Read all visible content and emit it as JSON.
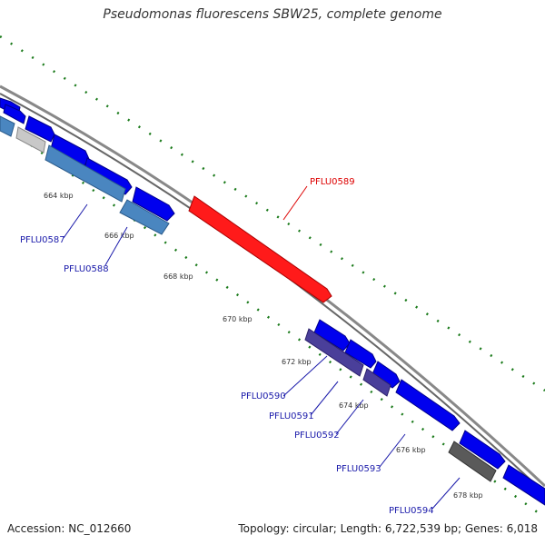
{
  "title": "Pseudomonas fluorescens SBW25, complete genome",
  "footer": {
    "accession": "Accession: NC_012660",
    "summary": "Topology: circular; Length: 6,722,539 bp; Genes: 6,018"
  },
  "colors": {
    "highlight": "#ff0000",
    "forward_gene": "#0000ee",
    "reverse_gene": "#4682b4",
    "backbone": "#777777",
    "ticks": "#1a7a1a",
    "label_blue": "#1a1aaa",
    "label_red": "#dd0000"
  },
  "kbp_labels": [
    "664 kbp",
    "666 kbp",
    "668 kbp",
    "670 kbp",
    "672 kbp",
    "674 kbp",
    "676 kbp",
    "678 kbp"
  ],
  "gene_labels": [
    "PFLU0587",
    "PFLU0588",
    "PFLU0589",
    "PFLU0590",
    "PFLU0591",
    "PFLU0592",
    "PFLU0593",
    "PFLU0594"
  ]
}
